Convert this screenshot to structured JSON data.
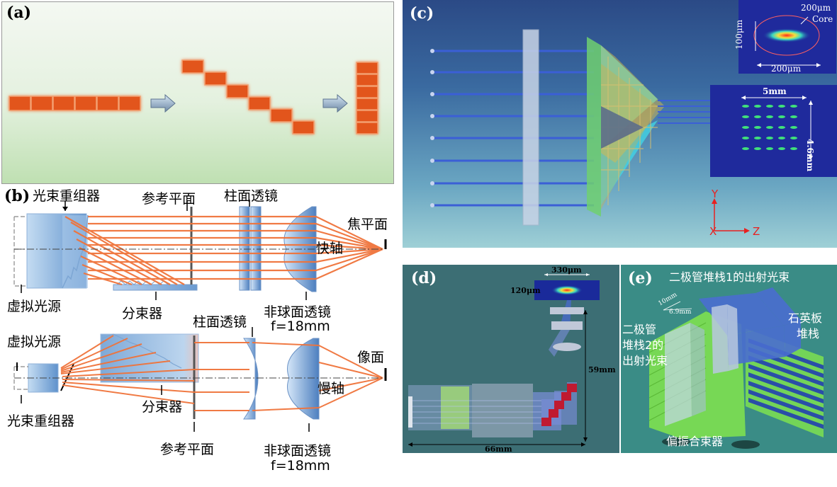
{
  "panel_a": {
    "label": "(a)"
  },
  "panel_b": {
    "label": "(b)",
    "top": {
      "beam_reorganizer": "光束重组器",
      "reference_plane": "参考平面",
      "cylindrical_lens": "柱面透镜",
      "focal_plane": "焦平面",
      "fast_axis": "快轴",
      "virtual_source": "虚拟光源",
      "beam_splitter": "分束器",
      "aspheric_lens": "非球面透镜",
      "focal_length": "f=18mm"
    },
    "bottom": {
      "virtual_source": "虚拟光源",
      "beam_reorganizer": "光束重组器",
      "cylindrical_lens": "柱面透镜",
      "beam_splitter": "分束器",
      "reference_plane": "参考平面",
      "image_plane": "像面",
      "slow_axis": "慢轴",
      "aspheric_lens": "非球面透镜",
      "focal_length": "f=18mm"
    }
  },
  "panel_c": {
    "label": "(c)",
    "inset_top": {
      "width": "200μm",
      "height": "100μm",
      "bottom": "200μm",
      "core": "Core"
    },
    "inset_right": {
      "width": "5mm",
      "height": "4.6mm"
    },
    "axis_y": "Y",
    "axis_x": "X",
    "axis_z": "Z"
  },
  "panel_d": {
    "label": "(d)",
    "spot_width": "330μm",
    "spot_height": "120μm",
    "height": "59mm",
    "length": "66mm"
  },
  "panel_e": {
    "label": "(e)",
    "stack1_beam": "二极管堆栈1的出射光束",
    "stack2_beam_l1": "二极管",
    "stack2_beam_l2": "堆栈2的",
    "stack2_beam_l3": "出射光束",
    "quartz_l1": "石英板",
    "quartz_l2": "堆栈",
    "combiner": "偏振合束器",
    "dim1": "10mm",
    "dim2": "6.9mm"
  },
  "colors": {
    "emitter": "#e2541c",
    "beam_orange": "#f0733a",
    "panel_c_bg": "#3a6aa0",
    "panel_d_bg": "#3c6e74",
    "panel_e_bg": "#3a8c86"
  }
}
